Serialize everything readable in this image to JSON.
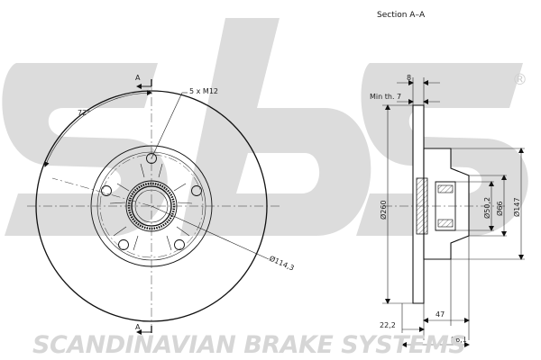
{
  "brand": {
    "name": "SCANDINAVIAN BRAKE SYSTEMS",
    "registered_mark": "®",
    "watermark_color": "#d4d4d4"
  },
  "section": {
    "title": "Section A–A",
    "cut_label_top": "A",
    "cut_label_bottom": "A"
  },
  "front_view": {
    "angle_label": "72°",
    "bolt_label": "5 x M12",
    "pcd_label": "Ø114,3"
  },
  "section_view": {
    "dim_8": "8",
    "min_thickness": "Min th. 7",
    "dia_260": "Ø260",
    "dia_50_2": "Ø50,2",
    "dia_66": "Ø66",
    "dia_147": "Ø147",
    "dim_22_2": "22,2",
    "dim_47": "47",
    "dim_86_1": "86,1"
  }
}
